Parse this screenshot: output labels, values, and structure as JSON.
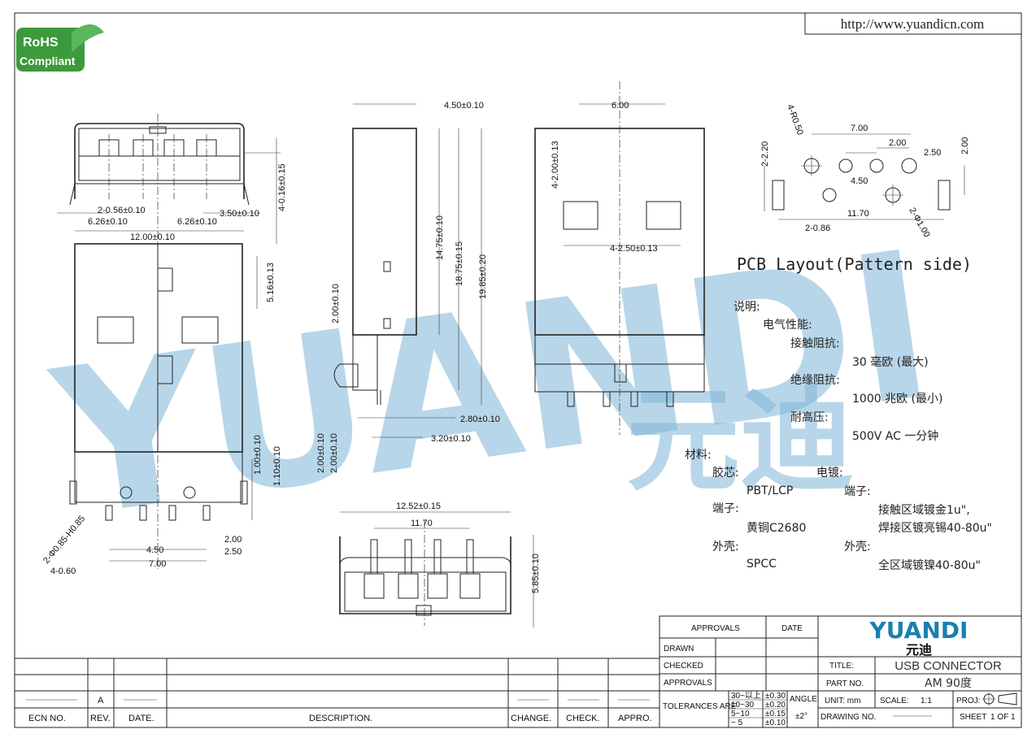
{
  "header": {
    "url": "http://www.yuandicn.com"
  },
  "rohs": {
    "line1": "RoHS",
    "line2": "Compliant"
  },
  "watermark": {
    "latin": "YUANDI",
    "chinese": "元迪"
  },
  "front_view": {
    "dims": {
      "pin_width": "2-0.56±0.10",
      "pitch_left": "6.26±0.10",
      "pitch_right": "6.26±0.10",
      "offset": "3.50±0.10",
      "height_small": "4-0.16±0.15",
      "width": "12.00±0.10"
    }
  },
  "top_view": {
    "dims": {
      "window": "5.16±0.13",
      "d1": "1.00±0.10",
      "d2": "1.10±0.10",
      "hole": "2-Φ0.85-H0.85",
      "pin": "4-0.60",
      "d450": "4.50",
      "d700": "7.00",
      "d200": "2.00",
      "d250": "2.50"
    }
  },
  "side_view": {
    "dims": {
      "thickness": "4.50±0.10",
      "l1": "14.75±0.10",
      "l2": "18.75±0.15",
      "l3": "19.85±0.20",
      "h200a": "2.00±0.10",
      "h200b": "2.00±0.10",
      "h200c": "2.00±0.10",
      "w280": "2.80±0.10",
      "w320": "3.20±0.10"
    }
  },
  "bottom_view": {
    "dims": {
      "width": "6.00",
      "spring_pos": "4-2.00±0.13",
      "spring_len": "4-2.50±0.13"
    }
  },
  "end_view": {
    "dims": {
      "outer": "12.52±0.15",
      "inner": "11.70",
      "height": "5.85±0.10"
    }
  },
  "pcb": {
    "title": "PCB Layout(Pattern side)",
    "dims": {
      "radius": "4-R0.50",
      "d220": "2-2.20",
      "d700": "7.00",
      "d200a": "2.00",
      "d250": "2.50",
      "d200b": "2.00",
      "d450": "4.50",
      "d1170": "11.70",
      "d086": "2-0.86",
      "hole": "2-Φ1.00"
    }
  },
  "notes": {
    "heading": "说明:",
    "electrical": "电气性能:",
    "contact_resistance": "接触阻抗:",
    "contact_value": "30 毫欧 (最大)",
    "insulation": "绝缘阻抗:",
    "insulation_value": "1000 兆欧 (最小)",
    "withstand": "耐高压:",
    "withstand_value": "500V AC 一分钟",
    "material": "材料:",
    "housing": "胶芯:",
    "housing_value": "PBT/LCP",
    "plating": "电镀:",
    "terminal": "端子:",
    "terminal_value": "黄铜C2680",
    "terminal_plating": "端子:",
    "terminal_plating_1": "接触区域镀金1u\",",
    "terminal_plating_2": "焊接区镀亮锡40-80u\"",
    "shell": "外壳:",
    "shell_value": "SPCC",
    "shell_plating": "外壳:",
    "shell_plating_value": "全区域镀镍40-80u\""
  },
  "title_block": {
    "approvals": "APPROVALS",
    "date": "DATE",
    "drawn": "DRAWN",
    "checked": "CHECKED",
    "approvals2": "APPROVALS",
    "tolerances": "TOLERANCES ARE",
    "tol_rows": [
      {
        "range": "30~以上",
        "value": "±0.30"
      },
      {
        "range": "10~30",
        "value": "±0.20"
      },
      {
        "range": "5~10",
        "value": "±0.15"
      },
      {
        "range": "~ 5",
        "value": "±0.10"
      }
    ],
    "angle": "ANGLE",
    "angle_value": "±2°",
    "logo": "YUANDI",
    "logo_cn": "元迪",
    "title_label": "TITLE:",
    "title_value": "USB CONNECTOR",
    "part_label": "PART NO.",
    "part_value": "AM 90度",
    "unit": "UNIT: mm",
    "scale_label": "SCALE:",
    "scale_value": "1:1",
    "proj": "PROJ:",
    "drawing_no": "DRAWING NO.",
    "sheet": "SHEET",
    "sheet_value": "1 OF 1"
  },
  "revision_block": {
    "headers": [
      "ECN NO.",
      "REV.",
      "DATE.",
      "DESCRIPTION.",
      "CHANGE.",
      "CHECK.",
      "APPRO."
    ],
    "rev_value": "A"
  }
}
